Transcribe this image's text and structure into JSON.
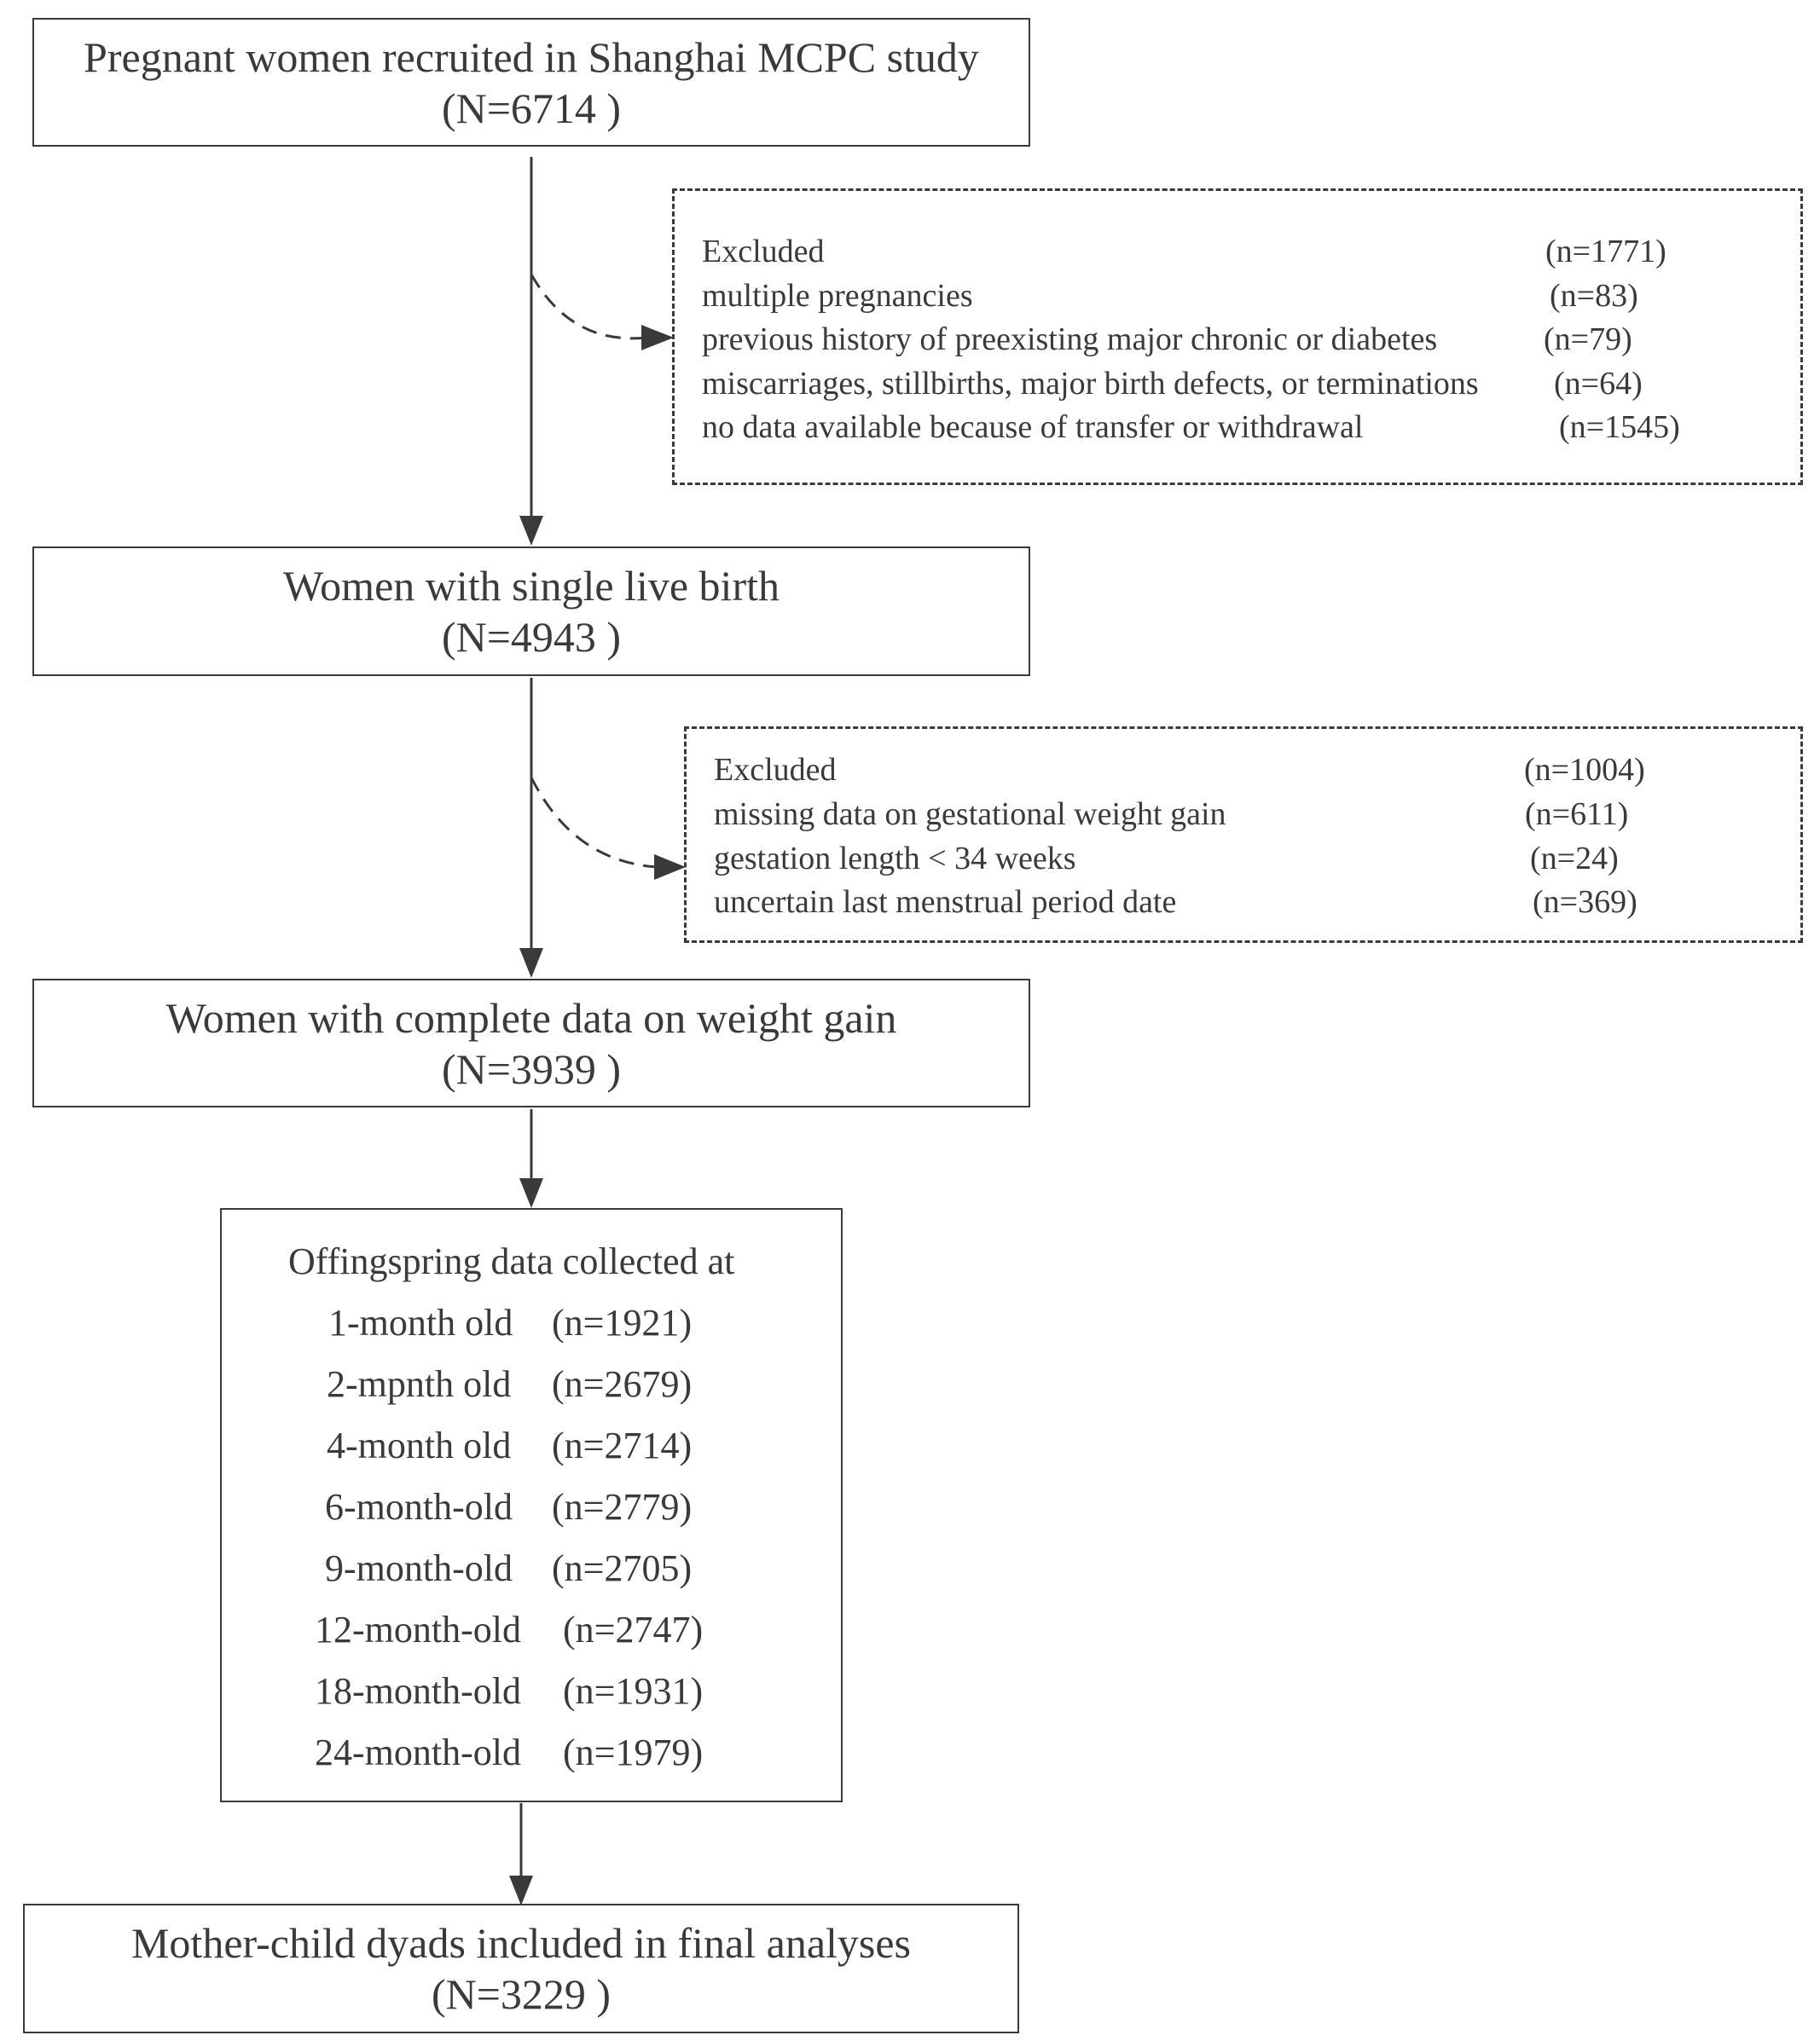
{
  "box1": {
    "title": "Pregnant women recruited in Shanghai MCPC study",
    "count": "(N=6714 )"
  },
  "exclusion1": {
    "rows": [
      {
        "label": "Excluded",
        "n": "(n=1771)"
      },
      {
        "label": "multiple pregnancies",
        "n": "(n=83)"
      },
      {
        "label": "previous history of preexisting major chronic or diabetes",
        "n": "(n=79)"
      },
      {
        "label": "miscarriages, stillbirths, major birth defects, or terminations",
        "n": "(n=64)"
      },
      {
        "label": "no data available because of transfer or withdrawal",
        "n": "(n=1545)"
      }
    ]
  },
  "box2": {
    "title": "Women with single live birth",
    "count": "(N=4943 )"
  },
  "exclusion2": {
    "rows": [
      {
        "label": "Excluded",
        "n": "(n=1004)"
      },
      {
        "label": "missing data on gestational weight gain",
        "n": "(n=611)"
      },
      {
        "label": "gestation length < 34 weeks",
        "n": "(n=24)"
      },
      {
        "label": "uncertain last menstrual period date",
        "n": "(n=369)"
      }
    ]
  },
  "box3": {
    "title": "Women with complete data on weight gain",
    "count": "(N=3939 )"
  },
  "box4": {
    "title": "Offingspring data collected at",
    "rows": [
      {
        "age": "1-month old",
        "n": "(n=1921)"
      },
      {
        "age": "2-mpnth old",
        "n": "(n=2679)"
      },
      {
        "age": "4-month old",
        "n": "(n=2714)"
      },
      {
        "age": "6-month-old",
        "n": "(n=2779)"
      },
      {
        "age": "9-month-old",
        "n": "(n=2705)"
      },
      {
        "age": "12-month-old",
        "n": "(n=2747)"
      },
      {
        "age": "18-month-old",
        "n": "(n=1931)"
      },
      {
        "age": "24-month-old",
        "n": "(n=1979)"
      }
    ]
  },
  "box5": {
    "title": "Mother-child dyads included in final analyses",
    "count": "(N=3229 )"
  }
}
